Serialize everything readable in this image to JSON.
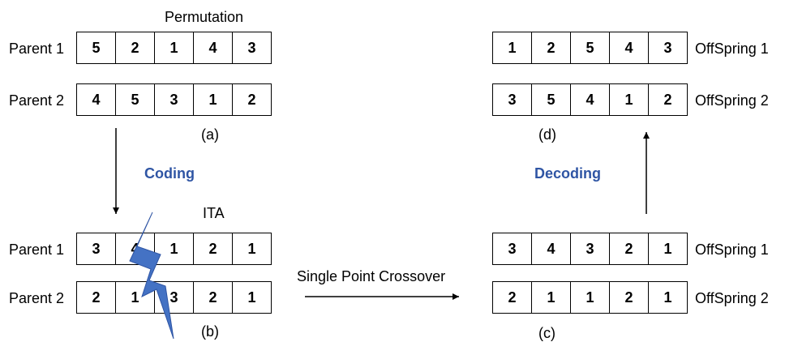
{
  "titles": {
    "permutation": "Permutation",
    "ita": "ITA"
  },
  "panels": {
    "a": "(a)",
    "b": "(b)",
    "c": "(c)",
    "d": "(d)"
  },
  "steps": {
    "coding": "Coding",
    "decoding": "Decoding",
    "crossover": "Single Point Crossover"
  },
  "colors": {
    "step_text": "#2f55a4",
    "lightning": "#4472c4"
  },
  "permutation": {
    "parent1": {
      "label": "Parent 1",
      "values": [
        "5",
        "2",
        "1",
        "4",
        "3"
      ]
    },
    "parent2": {
      "label": "Parent 2",
      "values": [
        "4",
        "5",
        "3",
        "1",
        "2"
      ]
    }
  },
  "ita": {
    "parent1": {
      "label": "Parent 1",
      "values": [
        "3",
        "4",
        "1",
        "2",
        "1"
      ]
    },
    "parent2": {
      "label": "Parent 2",
      "values": [
        "2",
        "1",
        "3",
        "2",
        "1"
      ]
    }
  },
  "crossover_result": {
    "offspring1": {
      "label": "OffSpring 1",
      "values": [
        "3",
        "4",
        "3",
        "2",
        "1"
      ]
    },
    "offspring2": {
      "label": "OffSpring 2",
      "values": [
        "2",
        "1",
        "1",
        "2",
        "1"
      ]
    }
  },
  "decoded": {
    "offspring1": {
      "label": "OffSpring 1",
      "values": [
        "1",
        "2",
        "5",
        "4",
        "3"
      ]
    },
    "offspring2": {
      "label": "OffSpring 2",
      "values": [
        "3",
        "5",
        "4",
        "1",
        "2"
      ]
    }
  }
}
